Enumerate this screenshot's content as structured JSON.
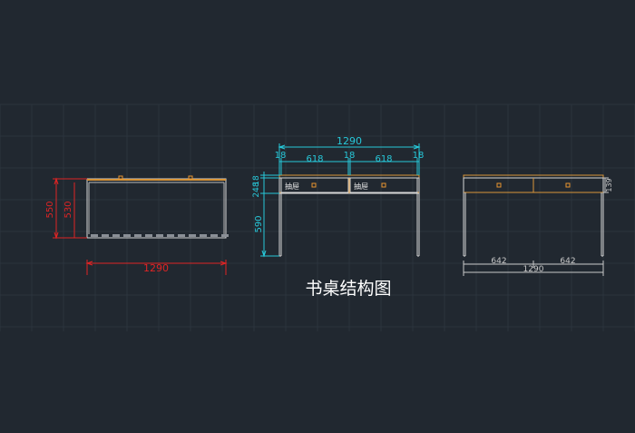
{
  "colors": {
    "background": "#212830",
    "grid": "#2b333c",
    "outline": "#d8d8d8",
    "wood": "#d9963a",
    "knob": "#e8952f",
    "dim_red": "#e02424",
    "dim_cyan": "#27c8d9",
    "dim_gray": "#c8c8c8",
    "title": "#ffffff"
  },
  "title": "书桌结构图",
  "top_view": {
    "width_label": "1290",
    "depth_outer_label": "550",
    "depth_inner_label": "530"
  },
  "front_view": {
    "total_width_label": "1290",
    "segment_labels": [
      "18",
      "618",
      "18",
      "618",
      "18"
    ],
    "height_labels": [
      "18",
      "248",
      "590"
    ],
    "drawer_labels": [
      "抽屉",
      "抽屉"
    ]
  },
  "back_view": {
    "half_width_labels": [
      "642",
      "642"
    ],
    "total_width_label": "1290",
    "height_label": "139"
  }
}
